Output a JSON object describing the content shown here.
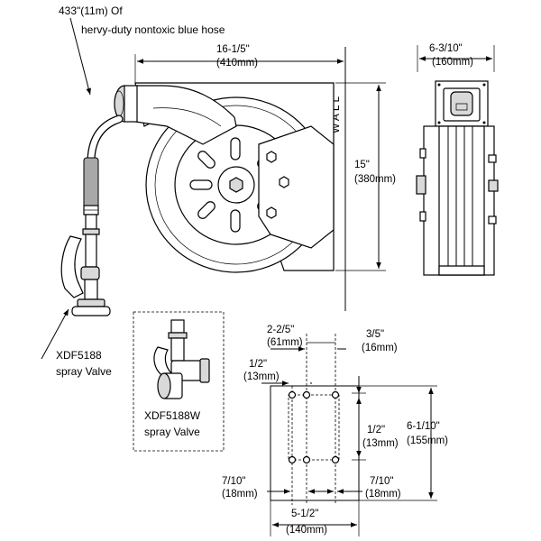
{
  "labels": {
    "hose_line1": "433\"(11m) Of",
    "hose_line2": "hervy-duty nontoxic blue hose",
    "valve_a_line1": "XDF5188",
    "valve_a_line2": "spray Valve",
    "valve_b_line1": "XDF5188W",
    "valve_b_line2": "spray Valve",
    "wall": "WALL"
  },
  "dimensions": {
    "width_in": "16-1/5\"",
    "width_mm": "(410mm)",
    "height_in": "15\"",
    "height_mm": "(380mm)",
    "depth_in": "6-3/10\"",
    "depth_mm": "(160mm)",
    "bracket_a_in": "2-2/5\"",
    "bracket_a_mm": "(61mm)",
    "bracket_b_in": "3/5\"",
    "bracket_b_mm": "(16mm)",
    "bracket_c_in": "1/2\"",
    "bracket_c_mm": "(13mm)",
    "bracket_d_in": "1/2\"",
    "bracket_d_mm": "(13mm)",
    "bracket_h_in": "6-1/10\"",
    "bracket_h_mm": "(155mm)",
    "bracket_e_in": "7/10\"",
    "bracket_e_mm": "(18mm)",
    "bracket_f_in": "7/10\"",
    "bracket_f_mm": "(18mm)",
    "bracket_w_in": "5-1/2\"",
    "bracket_w_mm": "(140mm)"
  }
}
